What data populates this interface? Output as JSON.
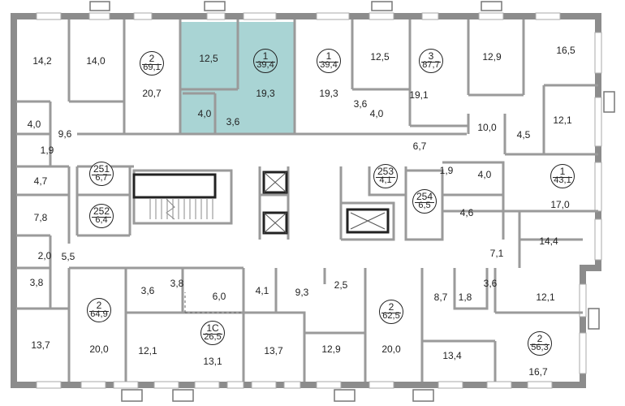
{
  "highlight_color": "#a9d4d4",
  "wall_color": "#8c8c8c",
  "apartments": [
    {
      "rooms": "2",
      "area": "69,1"
    },
    {
      "rooms": "1",
      "area": "39,4",
      "selected": true
    },
    {
      "rooms": "1",
      "area": "39,4"
    },
    {
      "rooms": "3",
      "area": "87,7"
    },
    {
      "rooms": "1",
      "area": "43,1"
    },
    {
      "rooms": "2",
      "area": "64,9"
    },
    {
      "rooms": "1С",
      "area": "26,5"
    },
    {
      "rooms": "2",
      "area": "62,5"
    },
    {
      "rooms": "2",
      "area": "56,3"
    }
  ],
  "storage_units": [
    {
      "number": "251",
      "area": "6,7"
    },
    {
      "number": "252",
      "area": "6,4"
    },
    {
      "number": "253",
      "area": "4,1"
    },
    {
      "number": "254",
      "area": "6,5"
    }
  ],
  "room_areas": [
    "14,2",
    "14,0",
    "20,7",
    "12,5",
    "19,3",
    "4,0",
    "3,6",
    "19,3",
    "12,5",
    "3,6",
    "4,0",
    "19,1",
    "12,9",
    "16,5",
    "10,0",
    "4,5",
    "12,1",
    "6,7",
    "4,0",
    "9,6",
    "1,9",
    "4,7",
    "7,8",
    "2,0",
    "5,5",
    "3,8",
    "13,7",
    "1,9",
    "4,0",
    "17,0",
    "4,6",
    "14,4",
    "7,1",
    "20,0",
    "3,6",
    "3,8",
    "6,0",
    "12,1",
    "13,1",
    "4,1",
    "9,3",
    "13,7",
    "2,5",
    "12,9",
    "20,0",
    "8,7",
    "1,8",
    "3,6",
    "12,1",
    "13,4",
    "16,7"
  ]
}
